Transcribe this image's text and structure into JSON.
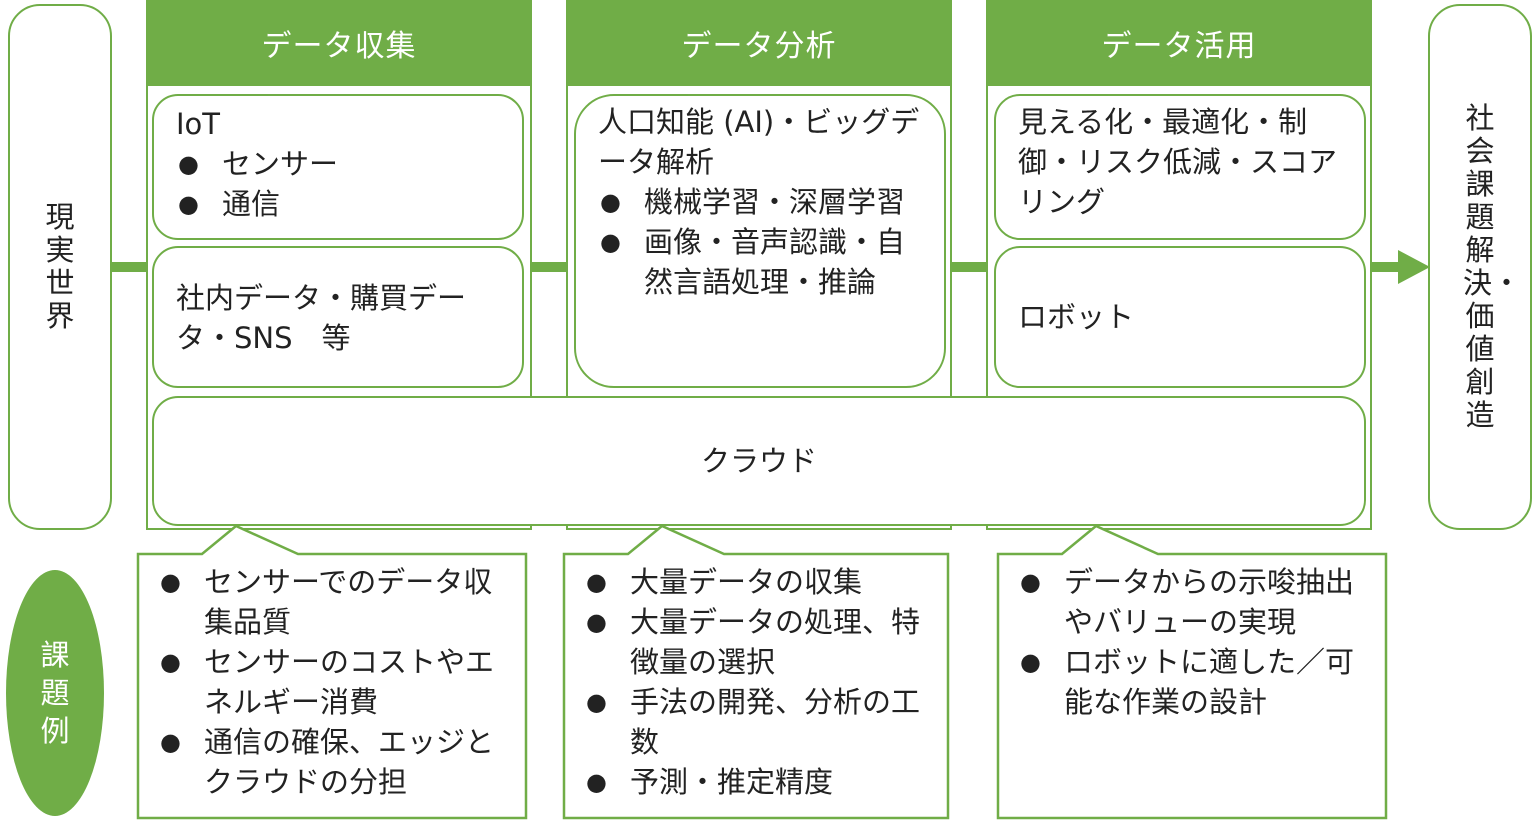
{
  "left_label": "現実世界",
  "right_label": "社会課題解決・価値創造",
  "columns": [
    {
      "header": "データ収集",
      "top_title": "IoT",
      "top_bullets": [
        "センサー",
        "通信"
      ],
      "bottom_text": "社内データ・購買データ・SNS　等"
    },
    {
      "header": "データ分析",
      "main_title": "人口知能 (AI)・ビッグデータ解析",
      "main_bullets": [
        "機械学習・深層学習",
        "画像・音声認識・自然言語処理・推論"
      ]
    },
    {
      "header": "データ活用",
      "top_text": "見える化・最適化・制御・リスク低減・スコアリング",
      "bottom_text": "ロボット"
    }
  ],
  "cloud_label": "クラウド",
  "issues_label": "課題例",
  "issues": [
    [
      "センサーでのデータ収集品質",
      "センサーのコストやエネルギー消費",
      "通信の確保、エッジとクラウドの分担"
    ],
    [
      "大量データの収集",
      "大量データの処理、特徴量の選択",
      "手法の開発、分析の工数",
      "予測・推定精度"
    ],
    [
      "データからの示唆抽出やバリューの実現",
      "ロボットに適した／可能な作業の設計"
    ]
  ],
  "colors": {
    "accent": "#70ad47",
    "text": "#222222",
    "background": "#ffffff"
  }
}
